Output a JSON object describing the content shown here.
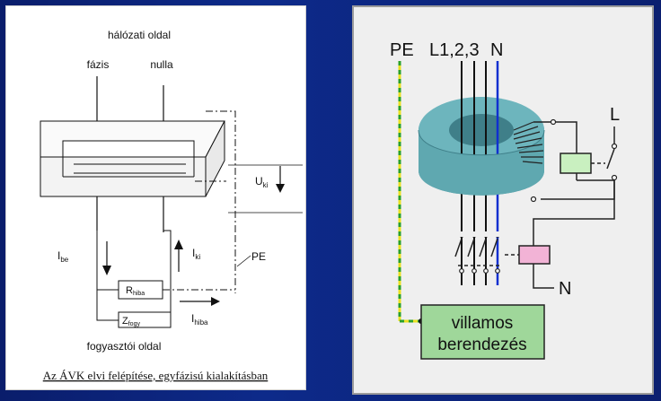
{
  "left": {
    "top_label": "hálózati oldal",
    "phase_label": "fázis",
    "neutral_label": "nulla",
    "u_label": "U",
    "u_sub": "ki",
    "ibe_label": "I",
    "ibe_sub": "be",
    "iki_label": "I",
    "iki_sub": "ki",
    "pe_label": "PE",
    "rhiba_label": "R",
    "rhiba_sub": "hiba",
    "zfogy_label": "Z",
    "zfogy_sub": "fogy",
    "ihiba_label": "I",
    "ihiba_sub": "hiba",
    "bottom_label": "fogyasztói oldal",
    "caption": "Az ÁVK elvi felépítése, egyfázisú kialakításban"
  },
  "right": {
    "pe_label": "PE",
    "lines_label": "L1,2,3",
    "n_label": "N",
    "l_label": "L",
    "n2_label": "N",
    "device_line1": "villamos",
    "device_line2": "berendezés"
  },
  "colors": {
    "toroid": "#5fa8b0",
    "relay": "#c9f0c0",
    "trip_coil": "#f2b3d6",
    "device": "#9fd79a",
    "pe_yellow": "#e8e020",
    "pe_green": "#2aa02a",
    "neutral_blue": "#1030d0"
  }
}
